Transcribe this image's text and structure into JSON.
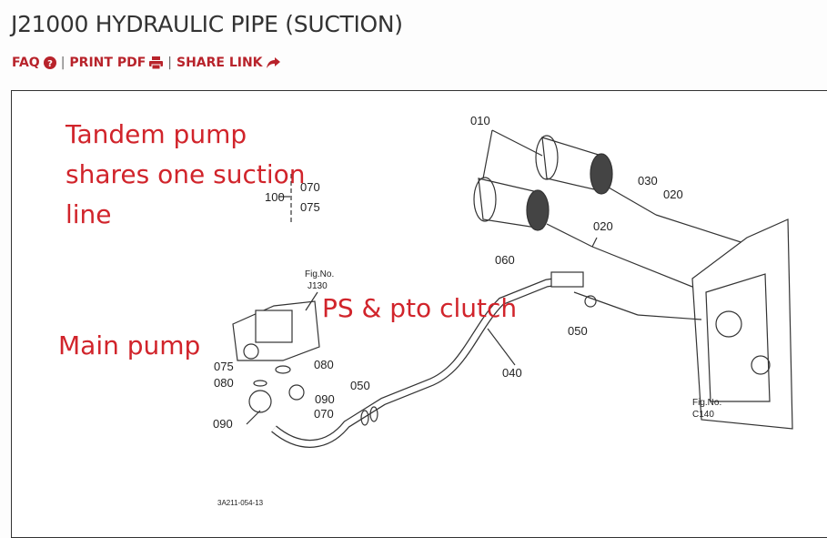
{
  "header": {
    "title": "J21000 HYDRAULIC PIPE (SUCTION)"
  },
  "links": [
    {
      "label": "FAQ",
      "icon": "question-circle-icon"
    },
    {
      "label": "PRINT PDF",
      "icon": "print-icon"
    },
    {
      "label": "SHARE LINK",
      "icon": "share-icon"
    }
  ],
  "separator": "|",
  "diagram": {
    "annotations": [
      "Tandem pump",
      "shares one suction",
      "line",
      "Main pump",
      "PS & pto clutch"
    ],
    "part_labels": {
      "p010": "010",
      "p030": "030",
      "p020a": "020",
      "p020b": "020",
      "p060": "060",
      "p050a": "050",
      "p100": "100",
      "p070a": "070",
      "p075a": "075",
      "p075b": "075",
      "p080a": "080",
      "p080b": "080",
      "p090a": "090",
      "p090b": "090",
      "p070b": "070",
      "p050b": "050",
      "p040": "040"
    },
    "fig_j130": [
      "Fig.No.",
      "J130"
    ],
    "fig_c140": [
      "Fig.No.",
      "C140"
    ],
    "drawing_code": "3A211-054-13",
    "accent_color": "#d1242b"
  }
}
